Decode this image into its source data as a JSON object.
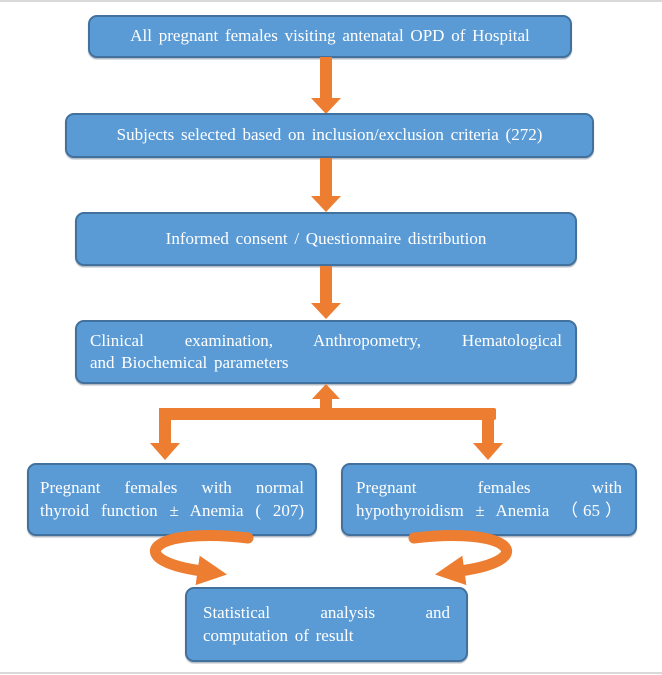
{
  "flowchart": {
    "description": "Study participant flow diagram",
    "boxes": [
      {
        "id": "source-population",
        "text": "All pregnant females visiting antenatal OPD of Hospital"
      },
      {
        "id": "subject-selection",
        "text": "Subjects selected based on inclusion/exclusion criteria (272)"
      },
      {
        "id": "consent",
        "text": "Informed consent / Questionnaire distribution"
      },
      {
        "id": "examination",
        "lines": [
          "Clinical examination, Anthropometry, Hematological",
          "and Biochemical parameters"
        ]
      },
      {
        "id": "normal-thyroid-group",
        "lines": [
          "Pregnant females with normal",
          "thyroid function ± Anemia ( 207)"
        ]
      },
      {
        "id": "hypothyroid-group",
        "lines": [
          "Pregnant females with",
          "hypothyroidism ± Anemia （65）"
        ]
      },
      {
        "id": "statistical-analysis",
        "lines": [
          "Statistical analysis and",
          "computation of result"
        ]
      }
    ],
    "counts": {
      "selected": 272,
      "normal_thyroid": 207,
      "hypothyroid": 65
    },
    "arrows": [
      {
        "icon": "down-arrow-icon",
        "from": "source-population",
        "to": "subject-selection"
      },
      {
        "icon": "down-arrow-icon",
        "from": "subject-selection",
        "to": "consent"
      },
      {
        "icon": "down-arrow-icon",
        "from": "consent",
        "to": "examination"
      },
      {
        "icon": "branch-connector-icon",
        "from": "examination",
        "to": "normal-thyroid-group / hypothyroid-group"
      },
      {
        "icon": "curved-arrow-icon",
        "from": "normal-thyroid-group",
        "to": "statistical-analysis"
      },
      {
        "icon": "curved-arrow-icon",
        "from": "hypothyroid-group",
        "to": "statistical-analysis"
      }
    ],
    "colors": {
      "box_fill": "#5b9bd5",
      "box_border": "#41719c",
      "arrow": "#ed7d31",
      "text": "#ffffff",
      "background": "#ffffff"
    }
  }
}
